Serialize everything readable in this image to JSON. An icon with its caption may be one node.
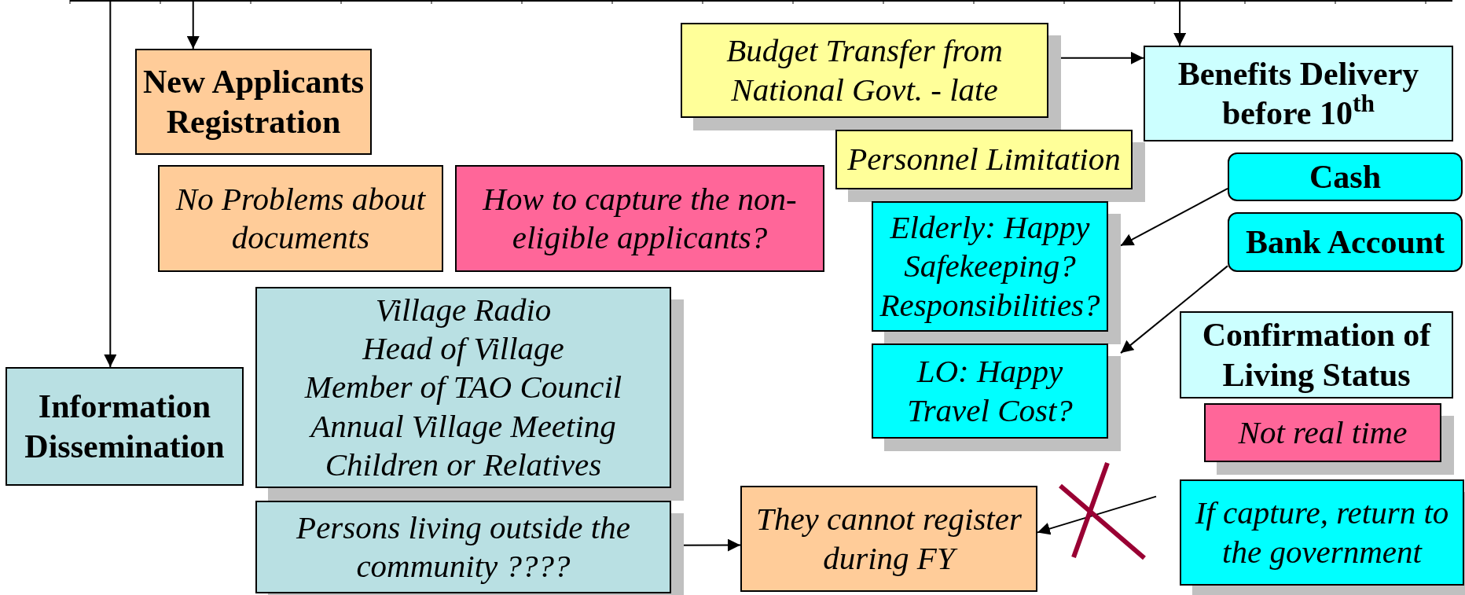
{
  "diagram": {
    "nodes": [
      {
        "text": [
          "New Applicants Registration"
        ]
      },
      {
        "text": [
          "No Problems about documents"
        ]
      },
      {
        "text": [
          "How to capture the non-eligible applicants?"
        ]
      },
      {
        "text": [
          "Information Dissemination"
        ]
      },
      {
        "text": [
          "Village Radio",
          "Head of Village",
          "Member of TAO Council",
          "Annual Village Meeting",
          "Children or Relatives"
        ]
      },
      {
        "text": [
          "Persons living outside the community ????"
        ]
      },
      {
        "text": [
          "They cannot register during FY"
        ]
      },
      {
        "text": [
          "Budget Transfer from National Govt. - late"
        ]
      },
      {
        "text": [
          "Benefits Delivery before 10$^{th}$"
        ]
      },
      {
        "text": [
          "Personnel Limitation"
        ]
      },
      {
        "text": [
          "Elderly: Happy Safekeeping? Responsibilities?"
        ]
      },
      {
        "text": [
          "Cash"
        ]
      },
      {
        "text": [
          "Bank Account"
        ]
      },
      {
        "text": [
          "LO: Happy Travel Cost?"
        ]
      },
      {
        "text": [
          "Confirmation of Living Status"
        ]
      },
      {
        "text": [
          "Not real time"
        ]
      },
      {
        "text": [
          "If capture, return to the government"
        ]
      }
    ],
    "edges": [
      {
        "from": null,
        "to": 0,
        "arrow": "to"
      },
      {
        "from": null,
        "to": 3,
        "arrow": "to"
      },
      {
        "from": null,
        "to": 8,
        "arrow": "to"
      },
      {
        "from": 7,
        "to": 8,
        "arrow": "to"
      },
      {
        "from": 11,
        "to": 10,
        "arrow": "to"
      },
      {
        "from": 12,
        "to": 13,
        "arrow": "to"
      },
      {
        "from": 5,
        "to": 6,
        "arrow": "to"
      },
      {
        "from": 16,
        "to": 6,
        "arrow": "to"
      }
    ]
  }
}
